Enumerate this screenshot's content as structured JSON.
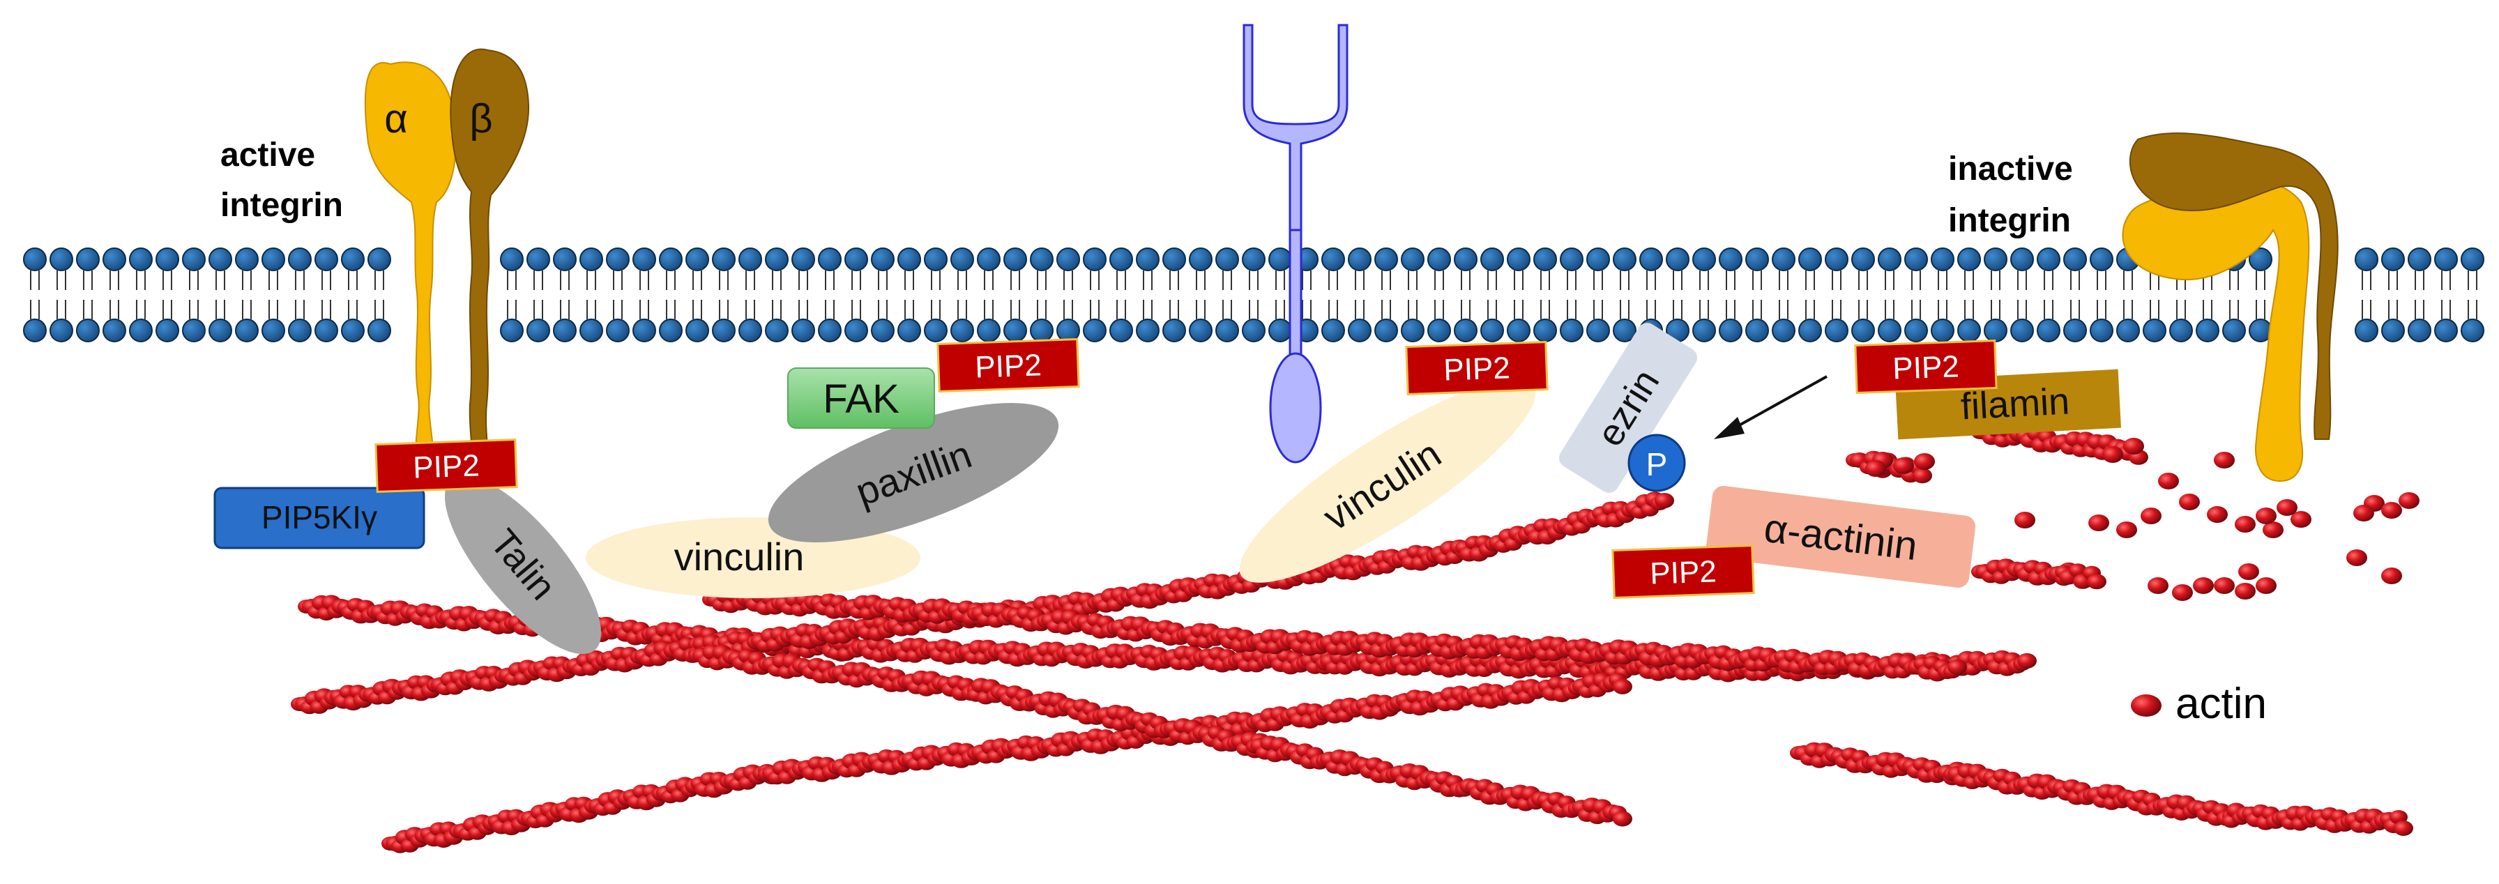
{
  "integrins": {
    "active_label": [
      "active",
      "integrin"
    ],
    "inactive_label": [
      "inactive",
      "integrin"
    ],
    "alpha_symbol": "α",
    "beta_symbol": "β"
  },
  "proteins": {
    "talin": "Talin",
    "vinculin_left": "vinculin",
    "vinculin_right": "vinculin",
    "paxillin": "paxillin",
    "fak": "FAK",
    "pip5k": "PIP5KIγ",
    "ezrin": "ezrin",
    "phospho": "P",
    "alpha_actinin": "α-actinin",
    "filamin": "filamin"
  },
  "pip2_label": "PIP2",
  "legend": {
    "actin": "actin"
  },
  "colors": {
    "membrane_head": "#1f5f99",
    "membrane_head_edge": "#0b2a4a",
    "alpha_subunit": "#f6b800",
    "beta_subunit": "#9a6a08",
    "talin": "#a6a6a6",
    "vinculin": "#fdf0cf",
    "paxillin": "#9a9a9a",
    "fak": "#7fcf83",
    "pip2": "#c00000",
    "pip5k": "#2a6fc9",
    "ezrin": "#d6dde8",
    "phospho": "#1f6ad0",
    "alpha_actinin": "#f6b09a",
    "filamin": "#b8860b",
    "receptor": "#b4b6ff",
    "actin": "#c8121a",
    "actin_dark": "#7a0b10"
  }
}
